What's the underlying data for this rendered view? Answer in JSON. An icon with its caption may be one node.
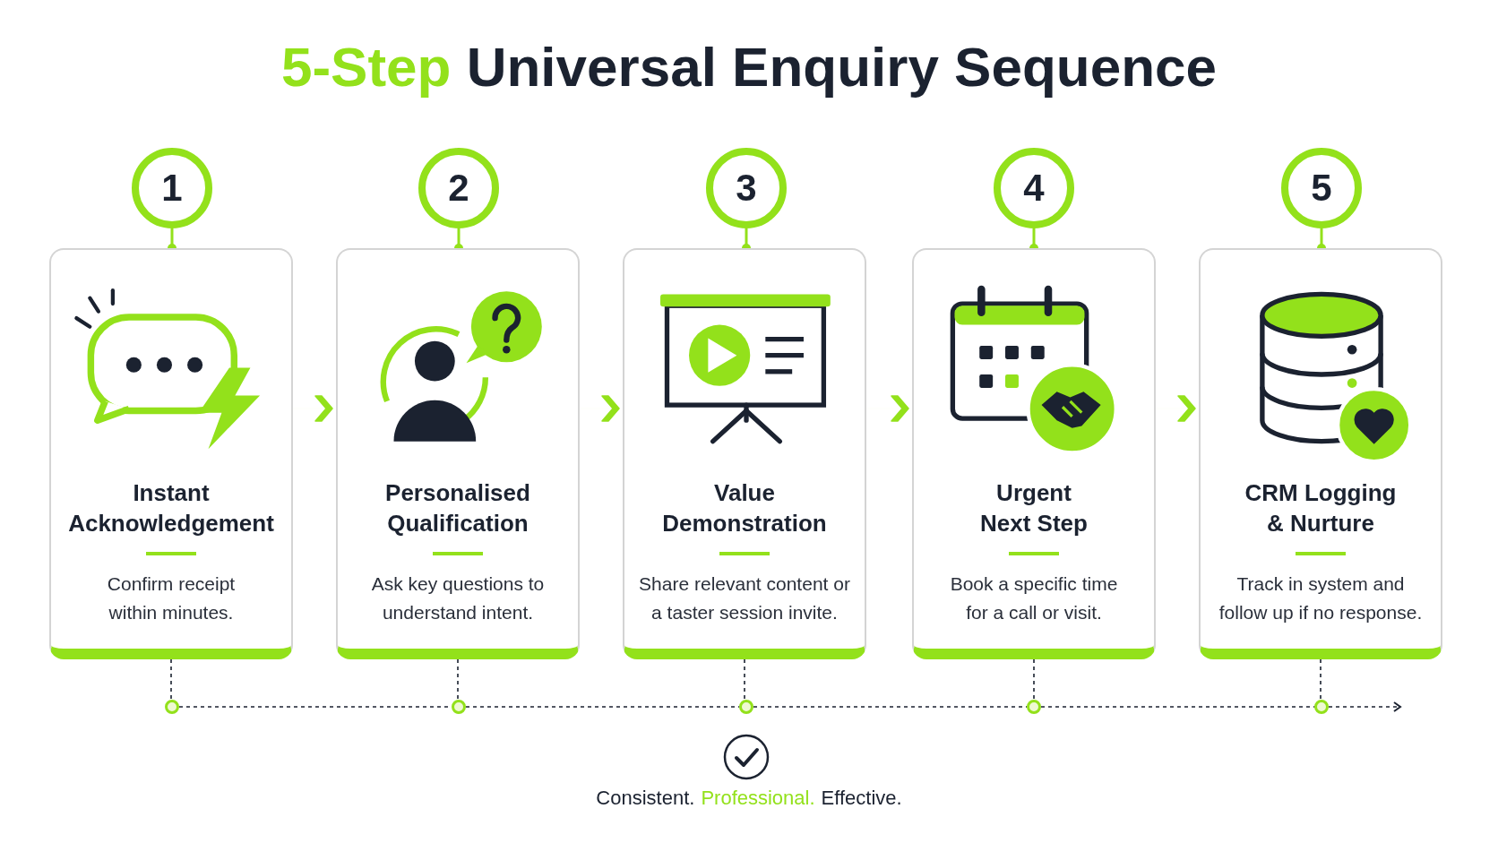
{
  "diagram": {
    "title": "5-Step Universal Enquiry Sequence",
    "nodes": [
      {
        "text": [
          "1"
        ]
      },
      {
        "text": [
          "2"
        ]
      },
      {
        "text": [
          "3"
        ]
      },
      {
        "text": [
          "4"
        ]
      },
      {
        "text": [
          "5"
        ]
      },
      {
        "text": [
          "Instant Acknowledgement",
          "Confirm receipt within minutes."
        ]
      },
      {
        "text": [
          "Personalised Qualification",
          "Ask key questions to understand intent."
        ]
      },
      {
        "text": [
          "Value Demonstration",
          "Share relevant content or a taster session invite."
        ]
      },
      {
        "text": [
          "Urgent Next Step",
          "Book a specific time for a call or visit."
        ]
      },
      {
        "text": [
          "CRM Logging & Nurture",
          "Track in system and follow up if no response."
        ]
      },
      {
        "text": [],
        "shape": "circle"
      },
      {
        "text": [],
        "shape": "circle"
      },
      {
        "text": [],
        "shape": "circle"
      },
      {
        "text": [],
        "shape": "circle"
      },
      {
        "text": [],
        "shape": "circle"
      }
    ],
    "edges": [
      {
        "from": 0,
        "to": 5,
        "arrow": "other",
        "color": "#93e11b"
      },
      {
        "from": 1,
        "to": 6,
        "arrow": "other",
        "color": "#93e11b"
      },
      {
        "from": 2,
        "to": 7,
        "arrow": "other",
        "color": "#93e11b"
      },
      {
        "from": 3,
        "to": 8,
        "arrow": "other",
        "color": "#93e11b"
      },
      {
        "from": 4,
        "to": 9,
        "arrow": "other",
        "color": "#93e11b"
      },
      {
        "from": 5,
        "to": 6,
        "arrow": "to",
        "color": "#93e11b"
      },
      {
        "from": 6,
        "to": 7,
        "arrow": "to",
        "color": "#93e11b"
      },
      {
        "from": 7,
        "to": 8,
        "arrow": "to",
        "color": "#93e11b"
      },
      {
        "from": 8,
        "to": 9,
        "arrow": "to",
        "color": "#93e11b"
      },
      {
        "from": 5,
        "to": 10,
        "arrow": "none",
        "style": "dashed"
      },
      {
        "from": 6,
        "to": 11,
        "arrow": "none",
        "style": "dashed"
      },
      {
        "from": 7,
        "to": 12,
        "arrow": "none",
        "style": "dashed"
      },
      {
        "from": 8,
        "to": 13,
        "arrow": "none",
        "style": "dashed"
      },
      {
        "from": 9,
        "to": 14,
        "arrow": "none",
        "style": "dashed"
      },
      {
        "from": 10,
        "to": 11,
        "arrow": "none",
        "style": "dashed"
      },
      {
        "from": 11,
        "to": 12,
        "arrow": "none",
        "style": "dashed"
      },
      {
        "from": 12,
        "to": 13,
        "arrow": "none",
        "style": "dashed"
      },
      {
        "from": 13,
        "to": 14,
        "arrow": "none",
        "style": "dashed"
      },
      {
        "from": 14,
        "to": null,
        "arrow": "to",
        "style": "dashed"
      }
    ],
    "labels": [
      "Consistent.",
      "Professional.",
      "Effective."
    ]
  }
}
